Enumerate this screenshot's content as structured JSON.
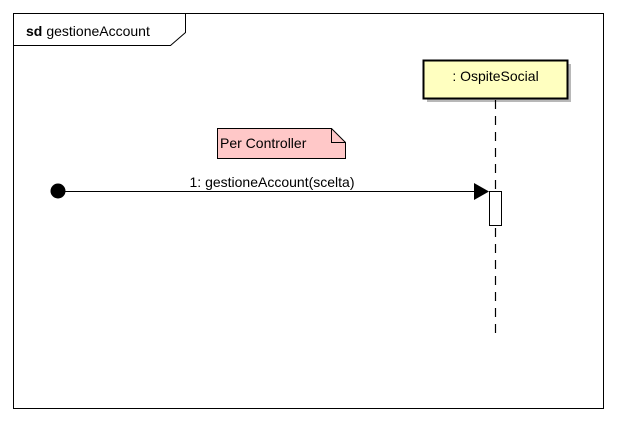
{
  "frame": {
    "keyword": "sd",
    "name": "gestioneAccount"
  },
  "lifeline": {
    "label": ": OspiteSocial",
    "fill": "#ffffc0",
    "stroke": "#000000"
  },
  "note": {
    "text": "Per Controller",
    "fill": "#ffc8c8"
  },
  "message": {
    "label": "1: gestioneAccount(scelta)"
  }
}
